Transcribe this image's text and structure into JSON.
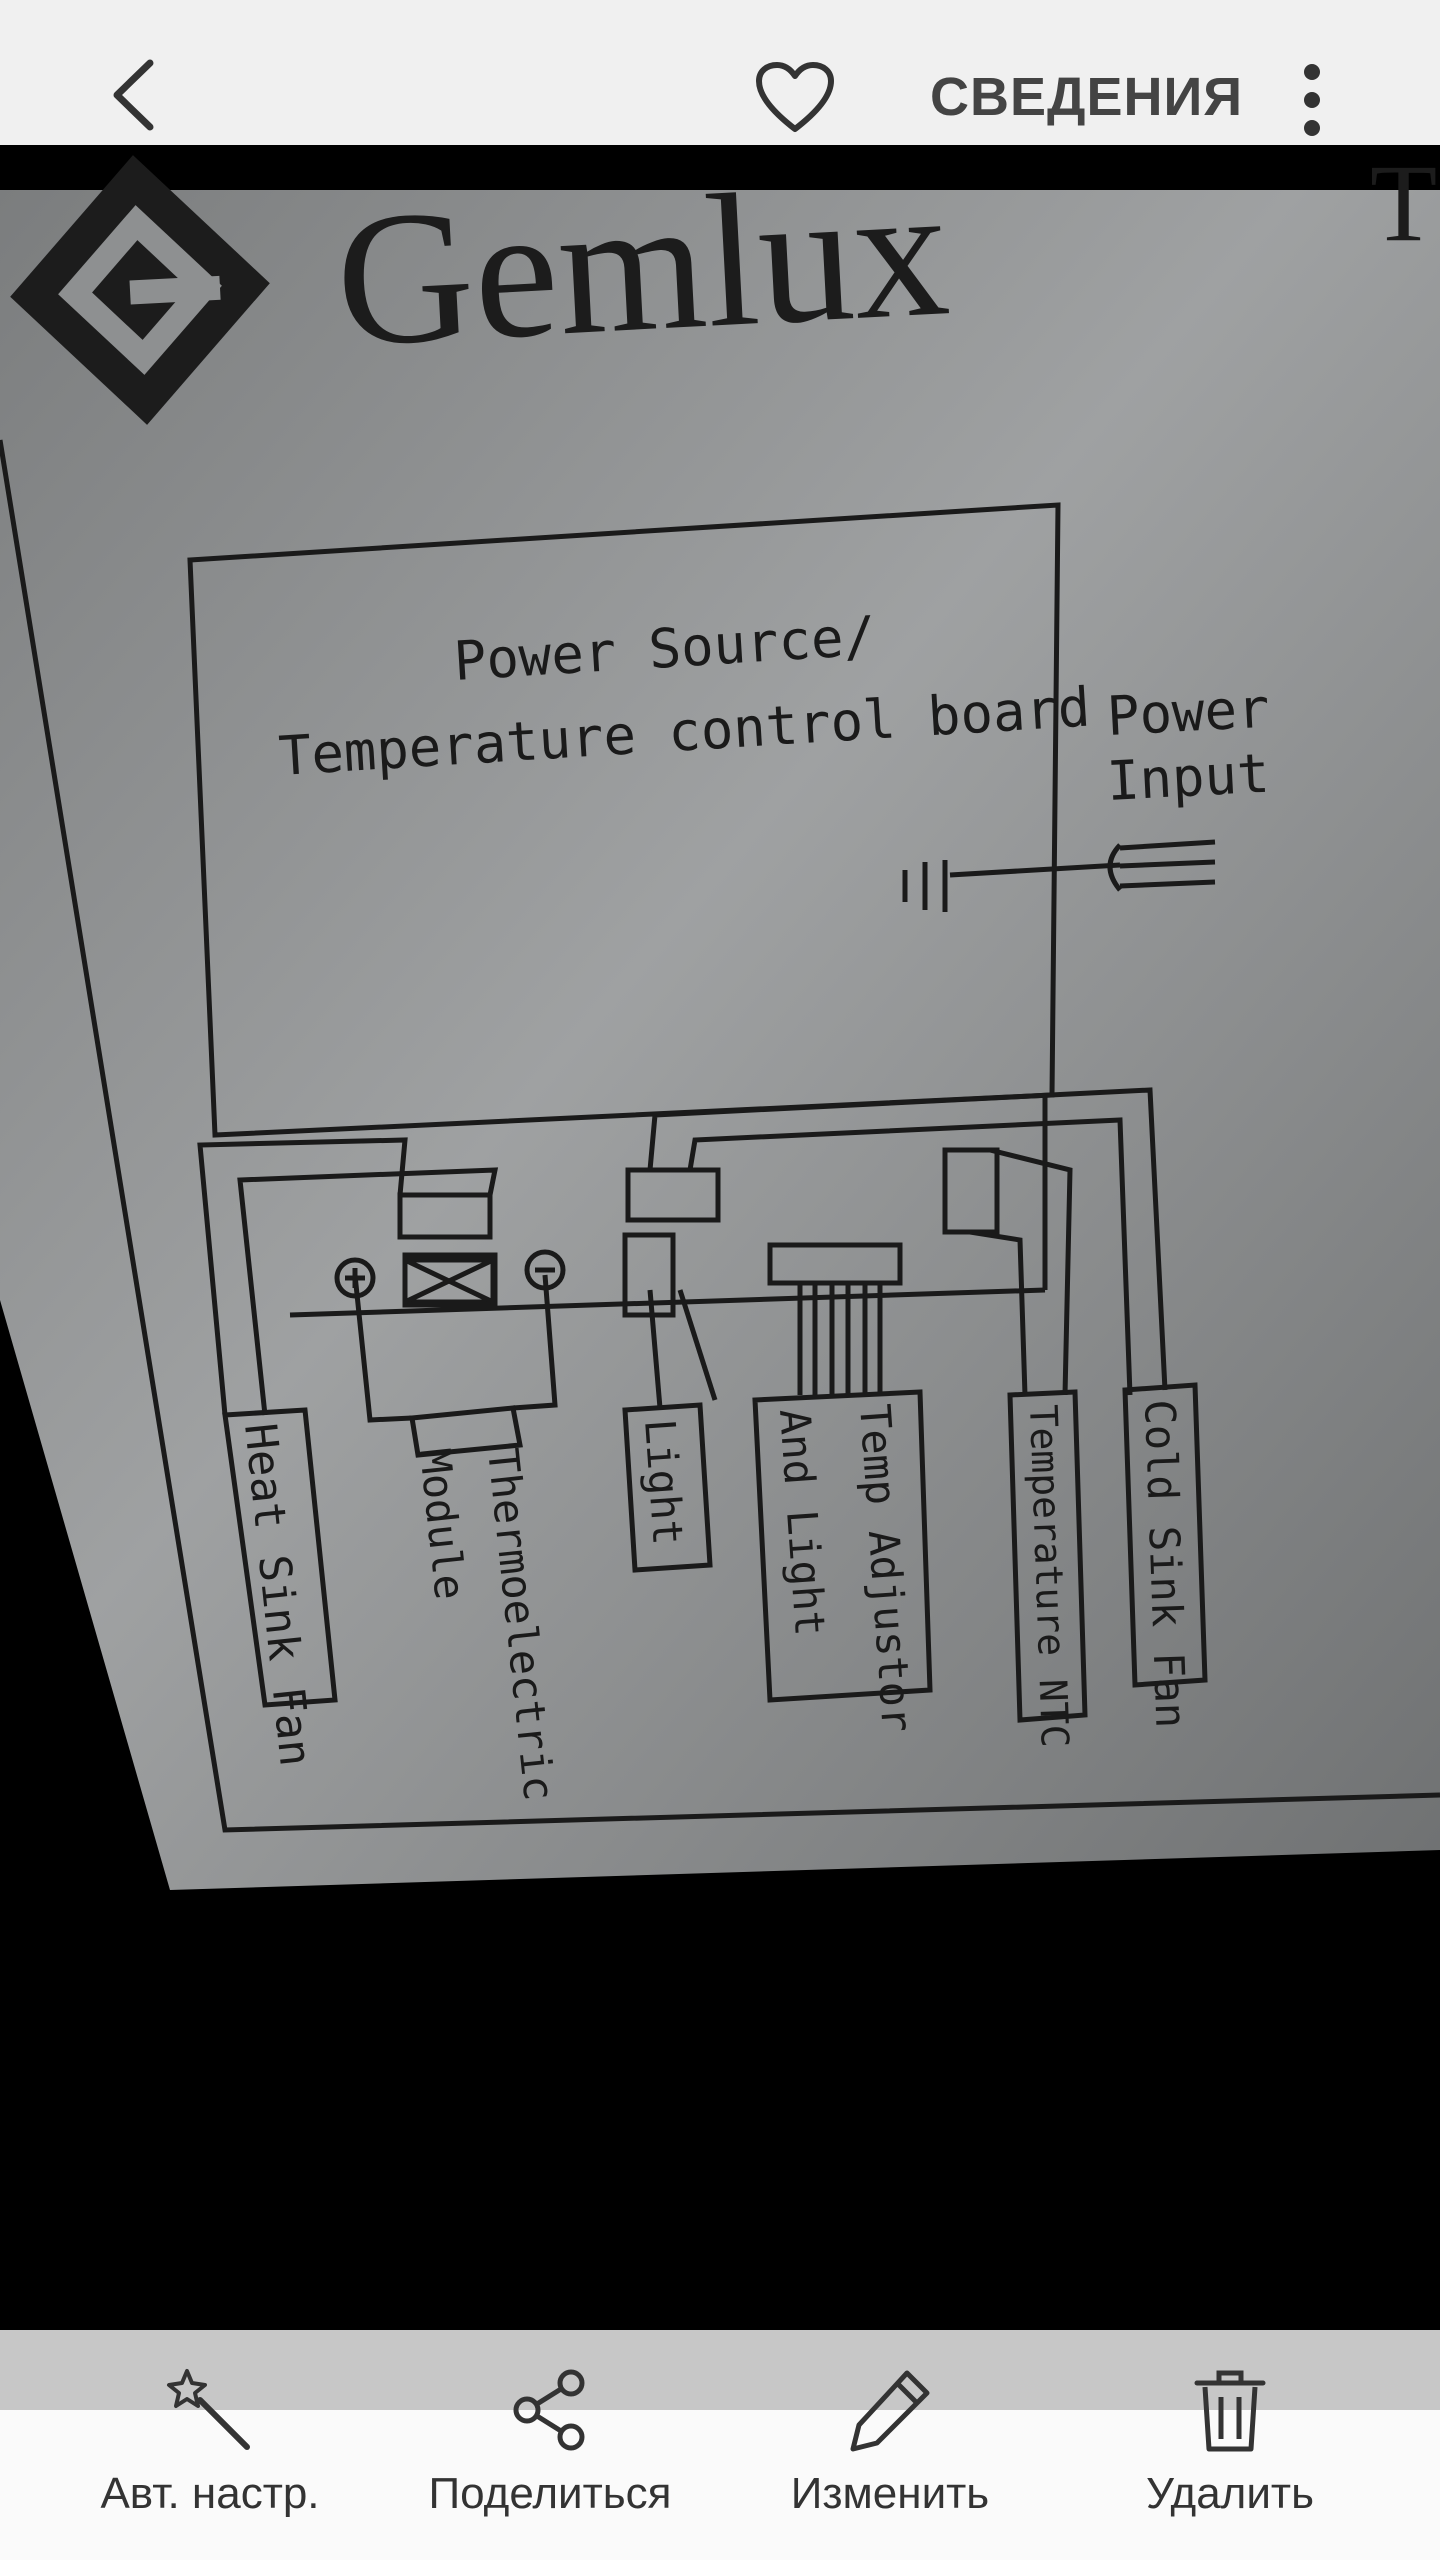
{
  "topbar": {
    "back_icon": "chevron-left-icon",
    "favorite_icon": "heart-outline-icon",
    "details_label": "СВЕДЕНИЯ",
    "more_icon": "more-vertical-icon"
  },
  "photo": {
    "brand": "Gemlux",
    "edge_fragment": "T",
    "board_label_line1": "Power Source/",
    "board_label_line2": "Temperature control board",
    "power_input_line1": "Power",
    "power_input_line2": "Input",
    "component_labels": [
      "Heat Sink Fan",
      "Thermoelectric",
      "Module",
      "Light",
      "Temp Adjustor",
      "And Light",
      "Temperature NTC",
      "Cold Sink Fan"
    ],
    "colors": {
      "panel": "#8e9091",
      "ink": "#1a1a1a",
      "background": "#000000"
    }
  },
  "bottombar": {
    "actions": [
      {
        "label": "Авт. настр.",
        "icon": "magic-wand-icon"
      },
      {
        "label": "Поделиться",
        "icon": "share-icon"
      },
      {
        "label": "Изменить",
        "icon": "pencil-icon"
      },
      {
        "label": "Удалить",
        "icon": "trash-icon"
      }
    ]
  }
}
